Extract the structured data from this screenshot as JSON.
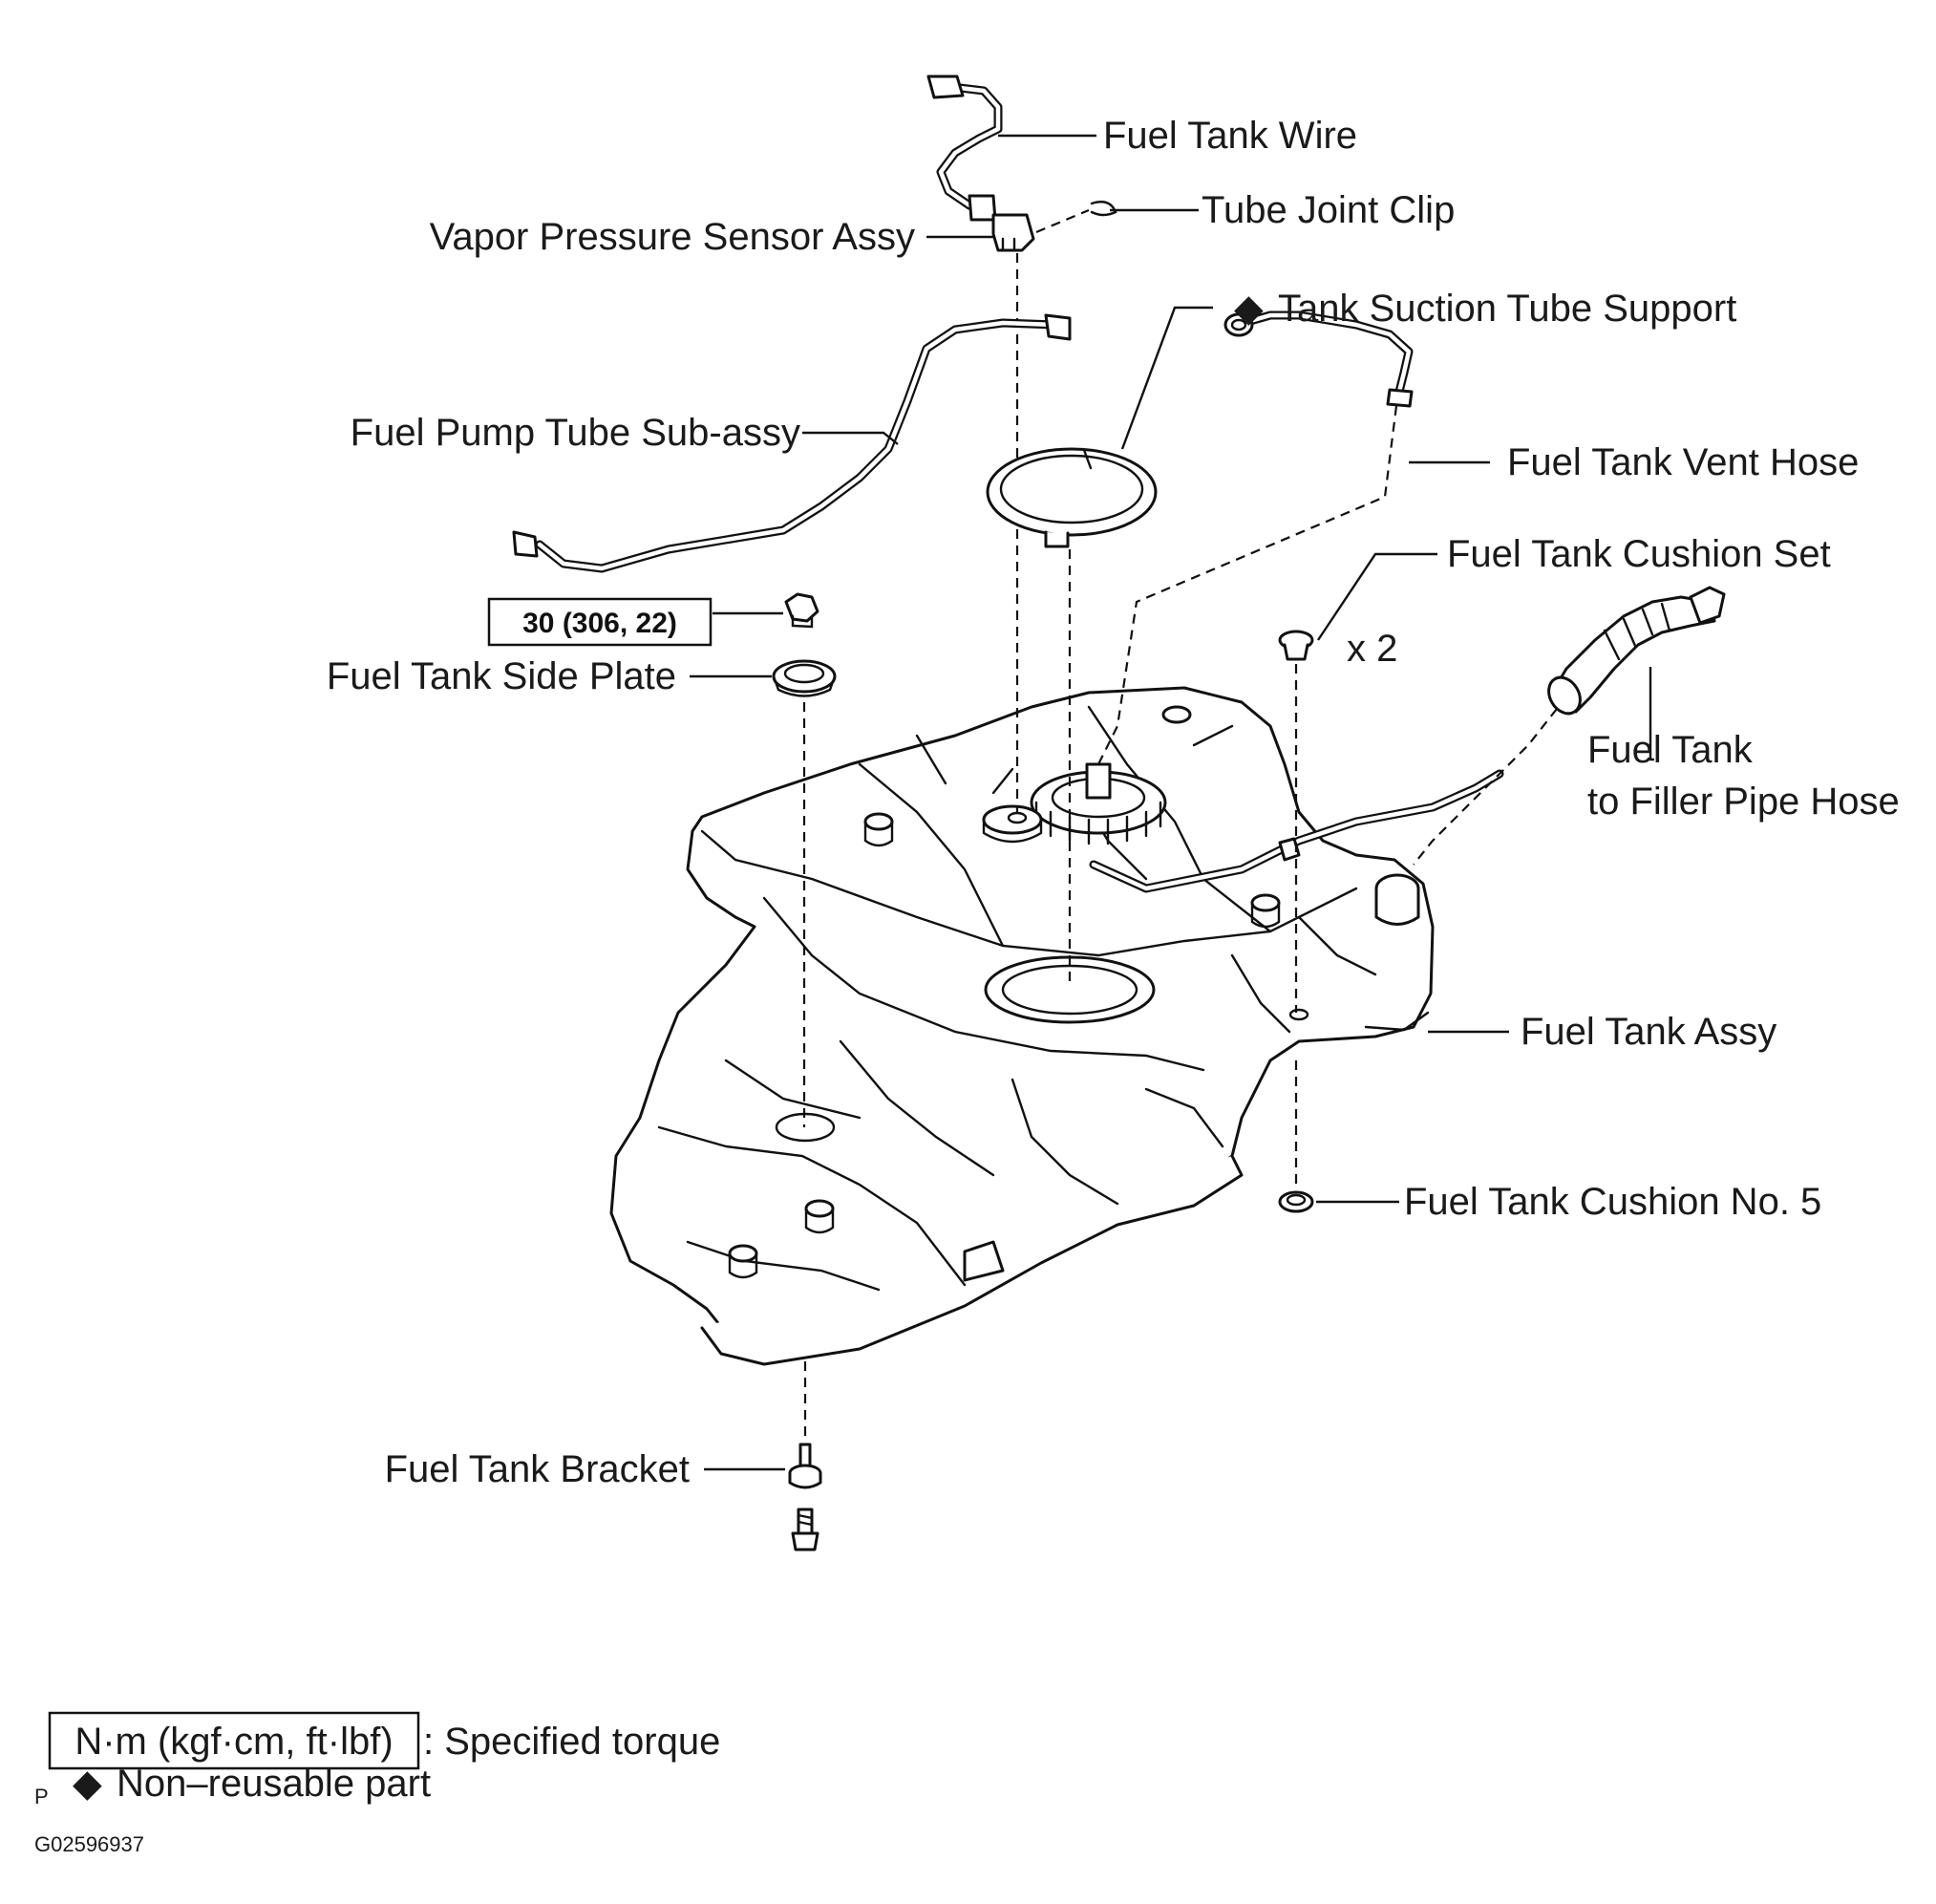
{
  "labels": {
    "fuel_tank_wire": "Fuel Tank Wire",
    "tube_joint_clip": "Tube Joint Clip",
    "vapor_pressure_sensor": "Vapor Pressure Sensor Assy",
    "tank_suction_tube_support": "Tank Suction Tube Support",
    "fuel_pump_tube": "Fuel Pump Tube Sub-assy",
    "fuel_tank_vent_hose": "Fuel Tank Vent Hose",
    "fuel_tank_cushion_set": "Fuel Tank Cushion Set",
    "cushion_qty": "x 2",
    "fuel_tank_side_plate": "Fuel Tank Side Plate",
    "filler_pipe_hose_line1": "Fuel Tank",
    "filler_pipe_hose_line2": "to Filler Pipe Hose",
    "fuel_tank_assy": "Fuel Tank Assy",
    "fuel_tank_cushion_no5": "Fuel Tank Cushion No. 5",
    "fuel_tank_bracket": "Fuel Tank Bracket"
  },
  "torque_spec": "30 (306, 22)",
  "legend": {
    "torque_units": "N·m (kgf·cm, ft·lbf)",
    "torque_desc": ": Specified torque",
    "non_reusable_desc": "Non–reusable part",
    "non_reusable_symbol": "◆",
    "page_marker": "P"
  },
  "figure_id": "G02596937"
}
